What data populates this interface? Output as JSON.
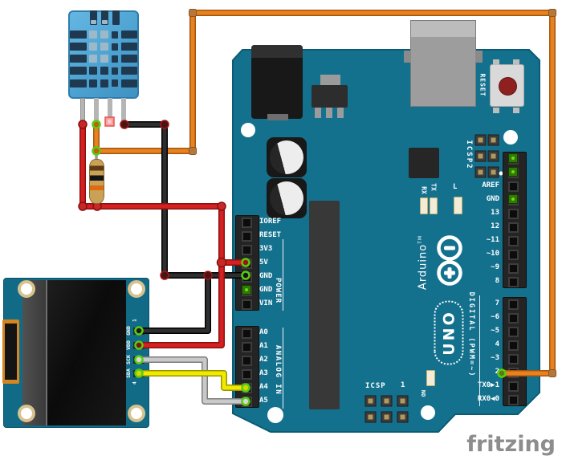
{
  "watermark": "fritzing",
  "arduino": {
    "brand": "Arduino",
    "brand_tm": "TM",
    "model": "UNO",
    "labels": {
      "power_group": "POWER",
      "analog_group": "ANALOG IN",
      "digital_group": "DIGITAL (PWM=~)",
      "icsp": "ICSP",
      "icsp_pin1": "1",
      "icsp2": "ICSP2",
      "reset_button": "RESET",
      "on_led": "ON",
      "l_led": "L",
      "tx": "TX",
      "rx": "RX"
    },
    "power_pins": [
      "IOREF",
      "RESET",
      "3V3",
      "5V",
      "GND",
      "GND",
      "VIN"
    ],
    "analog_pins": [
      "A0",
      "A1",
      "A2",
      "A3",
      "A4",
      "A5"
    ],
    "digital_pins_top": [
      "",
      "",
      "AREF",
      "GND",
      "13",
      "12",
      "~11",
      "~10",
      "~9",
      "8"
    ],
    "digital_pins_bottom": [
      "7",
      "~6",
      "~5",
      "4",
      "~3",
      "2",
      "TX0▶1",
      "RX0◀0"
    ]
  },
  "oled": {
    "pins": [
      "GND",
      "VDD",
      "SCK",
      "SDA"
    ],
    "pin_first": "1",
    "pin_last": "4"
  },
  "colors": {
    "board_teal": "#14718e",
    "oled_teal": "#116b86",
    "dht_blue": "#54aad8",
    "wire_red": "#d42020",
    "wire_black": "#2e2e2e",
    "wire_orange": "#e8821e",
    "wire_yellow": "#f0ea00",
    "wire_gray": "#c4c4c4",
    "pin_green": "#58cc10"
  }
}
